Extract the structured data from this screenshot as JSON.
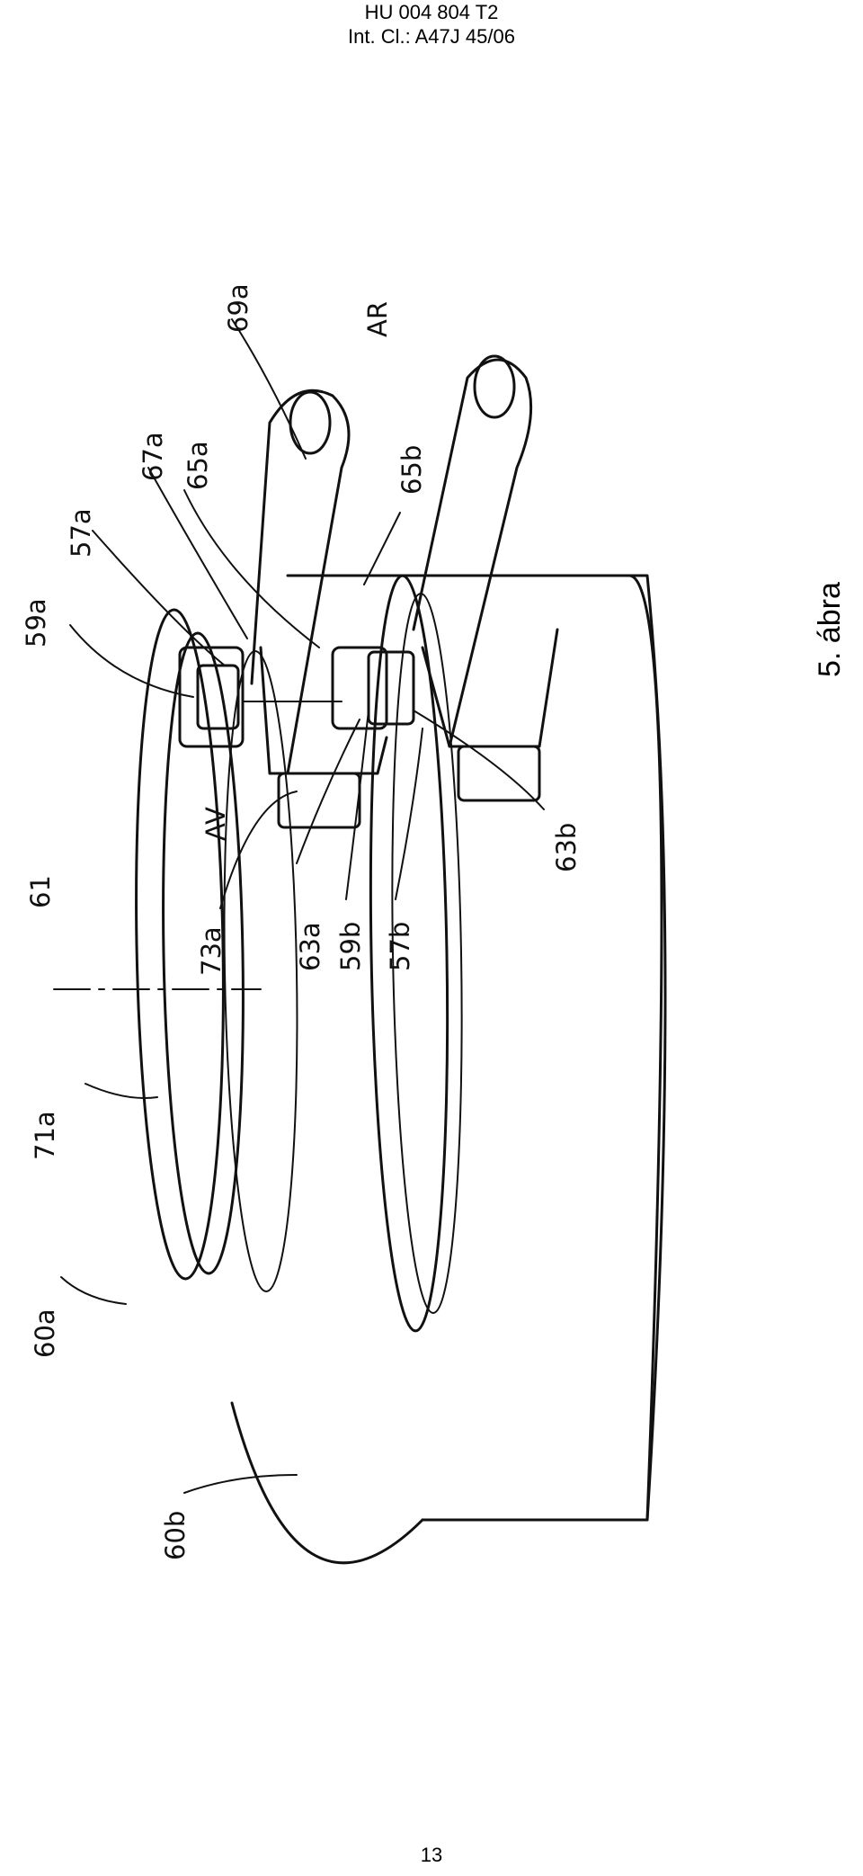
{
  "header": {
    "line1": "HU 004 804 T2",
    "line2": "Int. Cl.: A47J 45/06"
  },
  "figure": {
    "caption": "5. ábra",
    "labels": {
      "l69a": "69a",
      "lAR": "AR",
      "l67a": "67a",
      "l65a": "65a",
      "l57a": "57a",
      "l65b": "65b",
      "l59a": "59a",
      "l63b": "63b",
      "lAV": "AV",
      "l61": "61",
      "l73a": "73a",
      "l63a": "63a",
      "l59b": "59b",
      "l57b": "57b",
      "l71a": "71a",
      "l60a": "60a",
      "l60b": "60b"
    }
  },
  "page_number": "13"
}
